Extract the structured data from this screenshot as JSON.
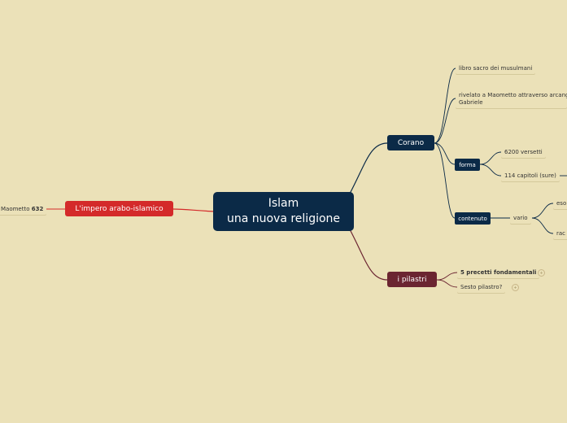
{
  "colors": {
    "background": "#ebe1b8",
    "central": "#0b2a47",
    "corano": "#0b2a47",
    "pilastri": "#6b2531",
    "impero": "#d42a2a"
  },
  "central": {
    "line1": "Islam",
    "line2": "una nuova religione"
  },
  "left": {
    "impero": "L'impero arabo-islamico",
    "maometto_text": "Maometto ",
    "maometto_year": "632"
  },
  "corano": {
    "label": "Corano",
    "libro": "libro sacro dei musulmani",
    "rivelato_line1": "rivelato a Maometto attraverso arcang",
    "rivelato_line2": "Gabriele",
    "forma": {
      "label": "forma",
      "versetti": "6200 versetti",
      "capitoli": "114 capitoli (sure)"
    },
    "contenuto": {
      "label": "contenuto",
      "vario": "vario",
      "eso": "eso",
      "rac": "rac"
    }
  },
  "pilastri": {
    "label": "i pilastri",
    "precetti_bold": "5 precetti fondamentali",
    "precetti_badge": "+",
    "sesto": "Sesto pilastro?",
    "sesto_badge": "+"
  }
}
